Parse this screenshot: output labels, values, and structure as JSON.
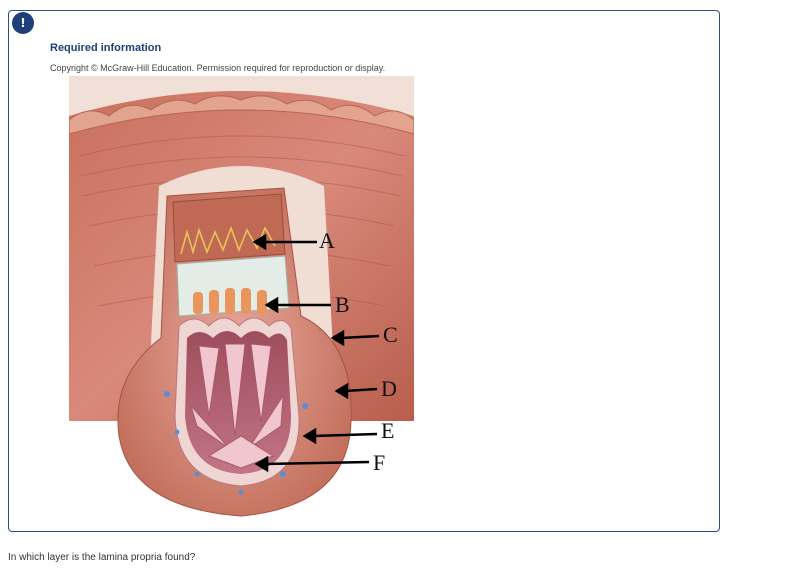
{
  "info_panel": {
    "badge_symbol": "!",
    "title": "Required information",
    "copyright": "Copyright © McGraw-Hill Education. Permission required for reproduction or display."
  },
  "figure": {
    "labels": [
      "A",
      "B",
      "C",
      "D",
      "E",
      "F"
    ]
  },
  "question": {
    "text": "In which layer is the lamina propria found?"
  }
}
